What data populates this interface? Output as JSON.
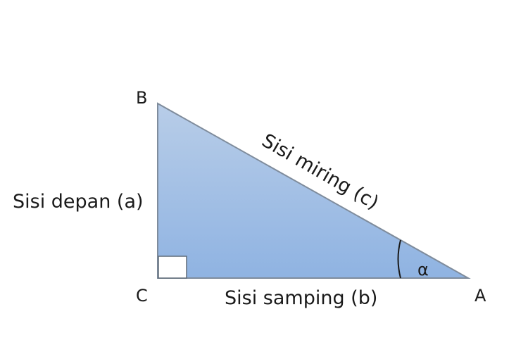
{
  "vertices": {
    "a": "A",
    "b": "B",
    "c": "C"
  },
  "sides": {
    "opposite": "Sisi depan (a)",
    "adjacent": "Sisi samping (b)",
    "hypotenuse": "Sisi miring (c)"
  },
  "angle": {
    "symbol": "α"
  },
  "colors": {
    "fill_top": "#b8cde8",
    "fill_bottom": "#8fb3e2",
    "stroke": "#7f8c9c",
    "text": "#1a1a1a"
  }
}
